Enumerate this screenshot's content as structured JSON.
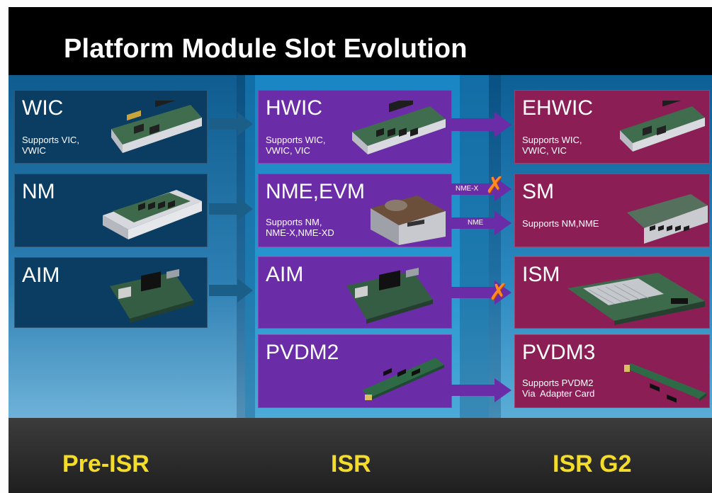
{
  "title": "Platform Module Slot Evolution",
  "columns": {
    "pre_isr": "Pre-ISR",
    "isr": "ISR",
    "isr_g2": "ISR G2"
  },
  "pre_isr": {
    "wic": {
      "name": "WIC",
      "desc": "Supports VIC,\nVWIC"
    },
    "nm": {
      "name": "NM"
    },
    "aim": {
      "name": "AIM"
    }
  },
  "isr": {
    "hwic": {
      "name": "HWIC",
      "desc": "Supports WIC,\nVWIC, VIC"
    },
    "nme": {
      "name": "NME,EVM",
      "desc": "Supports NM,\nNME-X,NME-XD"
    },
    "aim": {
      "name": "AIM"
    },
    "pvdm2": {
      "name": "PVDM2"
    }
  },
  "isr_g2": {
    "ehwic": {
      "name": "EHWIC",
      "desc": "Supports WIC,\nVWIC, VIC"
    },
    "sm": {
      "name": "SM",
      "desc": "Supports NM,NME"
    },
    "ism": {
      "name": "ISM"
    },
    "pvdm3": {
      "name": "PVDM3",
      "desc": "Supports PVDM2\nVia  Adapter Card"
    }
  },
  "arrow_labels": {
    "nme_x": "NME-X",
    "nme": "NME"
  },
  "colors": {
    "pre_isr_box": "#0b3c62",
    "isr_box": "#6b2ca7",
    "g2_box": "#8b1f55",
    "footer_text": "#f4dc2a",
    "x_mark": "#ff8a1f"
  },
  "icons": {
    "blocked": "x-mark-icon",
    "transition": "arrow-right-icon"
  }
}
